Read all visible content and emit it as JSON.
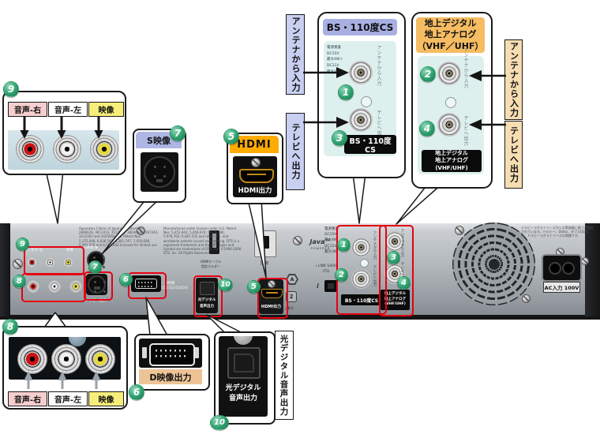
{
  "nums": {
    "n1": "1",
    "n2": "2",
    "n3": "3",
    "n4": "4",
    "n5": "5",
    "n6": "6",
    "n7": "7",
    "n8": "8",
    "n9": "9",
    "n10": "10"
  },
  "av": {
    "audio_right": "音声-右",
    "audio_left": "音声-左",
    "video": "映像"
  },
  "labels": {
    "antenna_in": "アンテナから入力",
    "tv_out": "テレビへ出力"
  },
  "callouts": {
    "svideo_title": "S映像",
    "hdmi_title": "HDMI",
    "hdmi_port": "HDMI出力",
    "dvideo": "D映像出力",
    "optical_l1": "光デジタル",
    "optical_l2": "音声出力",
    "optical_side": "光デジタル音声出力",
    "bs_title": "BS・110度CS",
    "bs_black": "BS・110度CS",
    "bs_power": [
      "電源重畳",
      "DC15V",
      "最大4W＋",
      "DC11V",
      "最大3W−"
    ],
    "terr_title": [
      "地上デジタル",
      "地上アナログ",
      "（VHF／UHF）"
    ],
    "terr_black": [
      "地上デジタル",
      "地上アナログ",
      "(VHF/UHF)"
    ]
  },
  "panel": {
    "patent_text": "Apparatus Claims of Japanese Patent Nos. 2896629, 3613313, 3517672, 3803680, 3567243, 3212363 and 3425850 U.S. Patent Nos. 5,375,048, 6,836,549, 6,381,747, 7,050,698, 5,583,936 and 6,501,842 licensed for limited use",
    "dts_text": "Manufactured under license under U.S. Patent Nos: 5,451,942; 5,956,674; 5,974,380; 5,978,762; 6,487,535 and other U.S. and worldwide patents issued and pending. DTS is a registered trademark and the DTS logos and Symbol are trademarks of DTS, Inc. ©1996-2008 DTS, Inc. All Rights Reserved.",
    "dolby_text": "ドルビーラボラトリーズからの実施権に基づき製造されています。ドルビー、Dolby、ダブルD記号は、ドルビーラボラトリーズの商標です。",
    "av_row": "右-音声-左",
    "av_row_video": "映像",
    "svideo": "S映像 ▼",
    "tv_out": "テレビへ出力",
    "dvideo_l1": "D映像",
    "dvideo_l2": "(D1/D2/D3/D4)",
    "optical_l1": "光デジタル",
    "optical_l2": "音声出力",
    "holder_l1": "HDMIケーブル",
    "holder_l2": "固定ホルダー",
    "phone": "回線",
    "java_l1": "Java™",
    "java_l2": "POWERED",
    "hdmi_out": "HDMI出力",
    "region": "リージョン番号",
    "region_a": "A",
    "region_2": "2",
    "power": [
      "電源重畳",
      "DC15V",
      "最大4W",
      "DC11V",
      "最大3W"
    ],
    "ilink_l1": "i.LINK S400",
    "ilink_l2": "(TS)",
    "ilink_i": "i",
    "bs_black": "BS・110度CS",
    "terr_black": [
      "地上デジタル",
      "地上アナログ",
      "(VHF/UHF)"
    ],
    "ac": "AC入力 100V"
  }
}
